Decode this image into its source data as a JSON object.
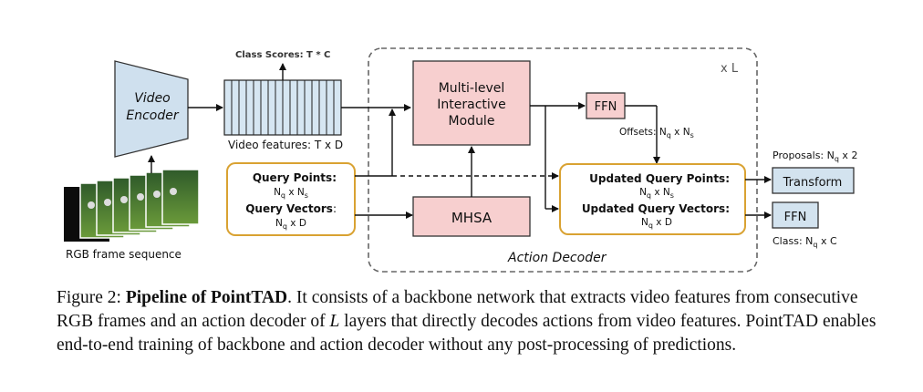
{
  "diagram": {
    "video_encoder": "Video Encoder",
    "video_encoder_line1": "Video",
    "video_encoder_line2": "Encoder",
    "rgb_label": "RGB frame sequence",
    "class_scores_label": "Class Scores: ",
    "class_scores_value": "T * C",
    "video_features_label": "Video features: T x D",
    "query_points_label": "Query Points:",
    "query_points_dim": "Nq x Ns",
    "query_vectors_label": "Query Vectors",
    "query_vectors_dim": "Nq x D",
    "mim_line1": "Multi-level",
    "mim_line2": "Interactive",
    "mim_line3": "Module",
    "mhsa_label": "MHSA",
    "ffn_top_label": "FFN",
    "offsets_label": "Offsets: Nq x Ns",
    "xl_label": "x L",
    "updated_points_label": "Updated Query Points:",
    "updated_points_dim": "Nq x Ns",
    "updated_vectors_label": "Updated Query Vectors:",
    "updated_vectors_dim": "Nq x D",
    "action_decoder_label": "Action Decoder",
    "proposals_label": "Proposals: Nq x 2",
    "transform_label": "Transform",
    "ffn_right_label": "FFN",
    "class_label": "Class: Nq x C"
  },
  "caption": {
    "prefix": "Figure 2: ",
    "title": "Pipeline of PointTAD",
    "text_1": ". It consists of a backbone network that extracts video features from consecutive RGB frames and an action decoder of ",
    "L": "L",
    "text_2": " layers that directly decodes actions from video features. PointTAD enables end-to-end training of backbone and action decoder without any post-processing of predictions."
  },
  "colors": {
    "encoder_fill": "#cfe0ee",
    "module_fill": "#f7cfcf",
    "query_border": "#d9a232",
    "output_fill": "#d3e3ef"
  }
}
